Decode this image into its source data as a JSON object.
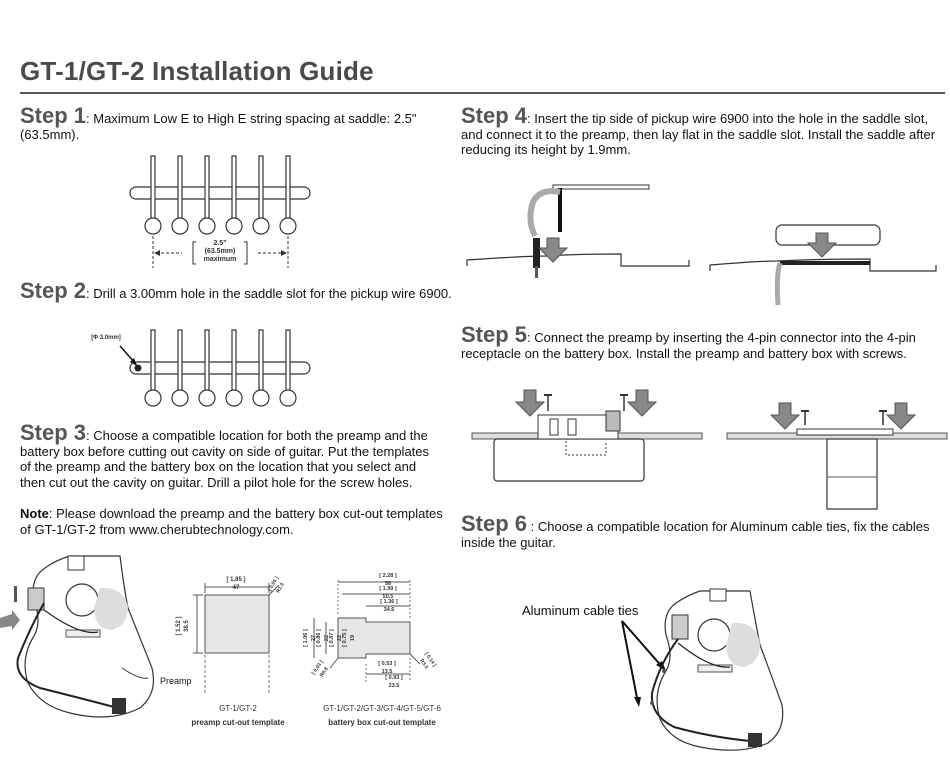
{
  "title": "GT-1/GT-2 Installation Guide",
  "steps": [
    {
      "lead": "Step 1",
      "text": ": Maximum Low E to High E string spacing at saddle: 2.5\" (63.5mm)."
    },
    {
      "lead": "Step 2",
      "text": ": Drill a 3.00mm hole in the saddle slot for the pickup wire 6900."
    },
    {
      "lead": "Step 3",
      "text": ": Choose a compatible location for both the preamp and the battery box before cutting out cavity on side of guitar. Put the templates of the preamp and the battery box on the location that you select  and then cut out the cavity on guitar. Drill a pilot hole for the screw holes."
    },
    {
      "lead": "Step 4",
      "text": ": Insert the tip side of pickup wire 6900 into the hole in the saddle slot, and connect it to the preamp, then lay flat in the saddle slot. Install the saddle after reducing its height by 1.9mm."
    },
    {
      "lead": "Step 5",
      "text": ": Connect the preamp by inserting the 4-pin connector into the 4-pin receptacle on the battery box. Install the preamp and battery box with screws."
    },
    {
      "lead": "Step 6",
      "text": " : Choose a compatible location for Aluminum cable ties, fix the cables inside the guitar."
    }
  ],
  "note": {
    "label": "Note",
    "text": ": Please download the preamp and the battery box cut-out templates of GT-1/GT-2 from www.cherubtechnology.com."
  },
  "spacing": {
    "line1": "2.5\"",
    "line2": "(63.5mm)",
    "line3": "maximum"
  },
  "drill_label": "[Φ 3.0mm]",
  "preamp_label": "Preamp",
  "template_preamp": {
    "caption1": "GT-1/GT-2",
    "caption2": "preamp cut-out template",
    "dim_width_in": "[ 1.85 ]",
    "dim_width_mm": "47",
    "dim_height_in": "[ 1.52 ]",
    "dim_height_mm": "38.5",
    "dim_corner_in": "[ 0.05 ]",
    "dim_corner_mm": "R1.3"
  },
  "template_battery": {
    "caption1": "GT-1/GT-2/GT-3/GT-4/GT-5/GT-6",
    "caption2": "battery box cut-out template",
    "dims": [
      {
        "in": "[ 2.28 ]",
        "mm": "58"
      },
      {
        "in": "[ 1.99 ]",
        "mm": "50.5"
      },
      {
        "in": "[ 1.36 ]",
        "mm": "34.6"
      },
      {
        "in": "[ 1.06 ]",
        "mm": "27"
      },
      {
        "in": "[ 0.86 ]",
        "mm": "22"
      },
      {
        "in": "[ 0.87 ]",
        "mm": "22"
      },
      {
        "in": "[ 0.75 ]",
        "mm": "19"
      },
      {
        "in": "[ 0.53 ]",
        "mm": "13.5"
      },
      {
        "in": "[ 0.93 ]",
        "mm": "23.5"
      },
      {
        "in": "[ 0.03 ]",
        "mm": "R0.8"
      },
      {
        "in": "[ 0.14 ]",
        "mm": "R3.5"
      }
    ]
  },
  "cable_ties_label": "Aluminum cable ties"
}
